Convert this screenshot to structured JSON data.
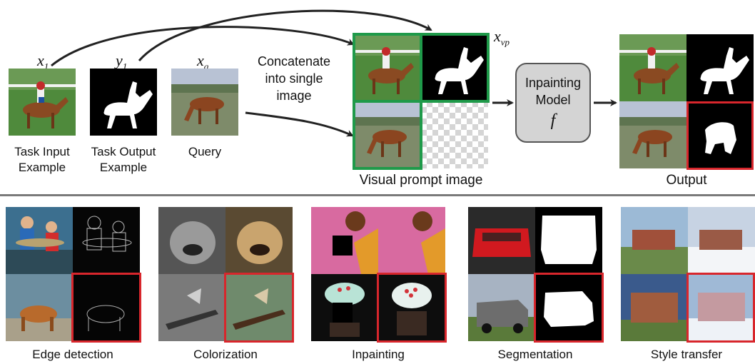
{
  "top": {
    "labels": {
      "x1": "x",
      "x1_sub": "1",
      "y1": "y",
      "y1_sub": "1",
      "xq": "x",
      "xq_sub": "q",
      "xvp": "x",
      "xvp_sub": "vp",
      "task_input_line1": "Task Input",
      "task_input_line2": "Example",
      "task_output_line1": "Task Output",
      "task_output_line2": "Example",
      "query": "Query",
      "concat_line1": "Concatenate",
      "concat_line2": "into single",
      "concat_line3": "image",
      "visual_prompt": "Visual prompt image",
      "model_line1": "Inpainting",
      "model_line2": "Model",
      "model_f": "f",
      "output": "Output"
    }
  },
  "bottom": {
    "tasks": [
      {
        "label": "Edge detection"
      },
      {
        "label": "Colorization"
      },
      {
        "label": "Inpainting"
      },
      {
        "label": "Segmentation"
      },
      {
        "label": "Style transfer"
      }
    ]
  },
  "colors": {
    "highlight_red": "#d8262c",
    "highlight_green": "#1f9a4a",
    "model_fill": "#d4d4d4"
  }
}
